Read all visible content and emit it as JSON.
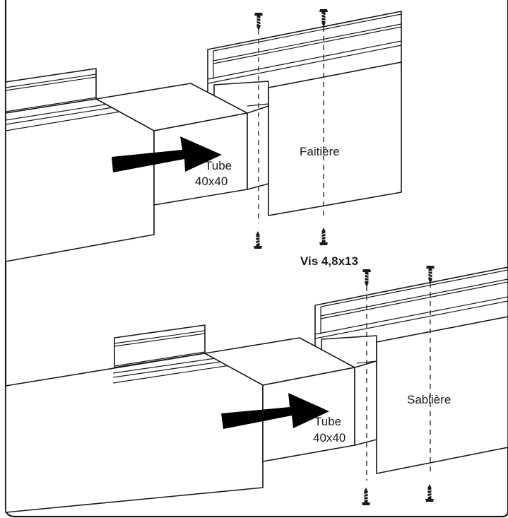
{
  "top_assembly": {
    "part_label": "Faitière",
    "tube_label_line1": "Tube",
    "tube_label_line2": "40x40"
  },
  "screw_label": "Vis 4,8x13",
  "bottom_assembly": {
    "part_label": "Sablière",
    "tube_label_line1": "Tube",
    "tube_label_line2": "40x40"
  },
  "colors": {
    "line": "#1a1a1a",
    "arrow": "#000000",
    "background": "#ffffff"
  },
  "icons": {
    "screw": "screw-icon",
    "arrow": "insert-arrow-icon"
  }
}
